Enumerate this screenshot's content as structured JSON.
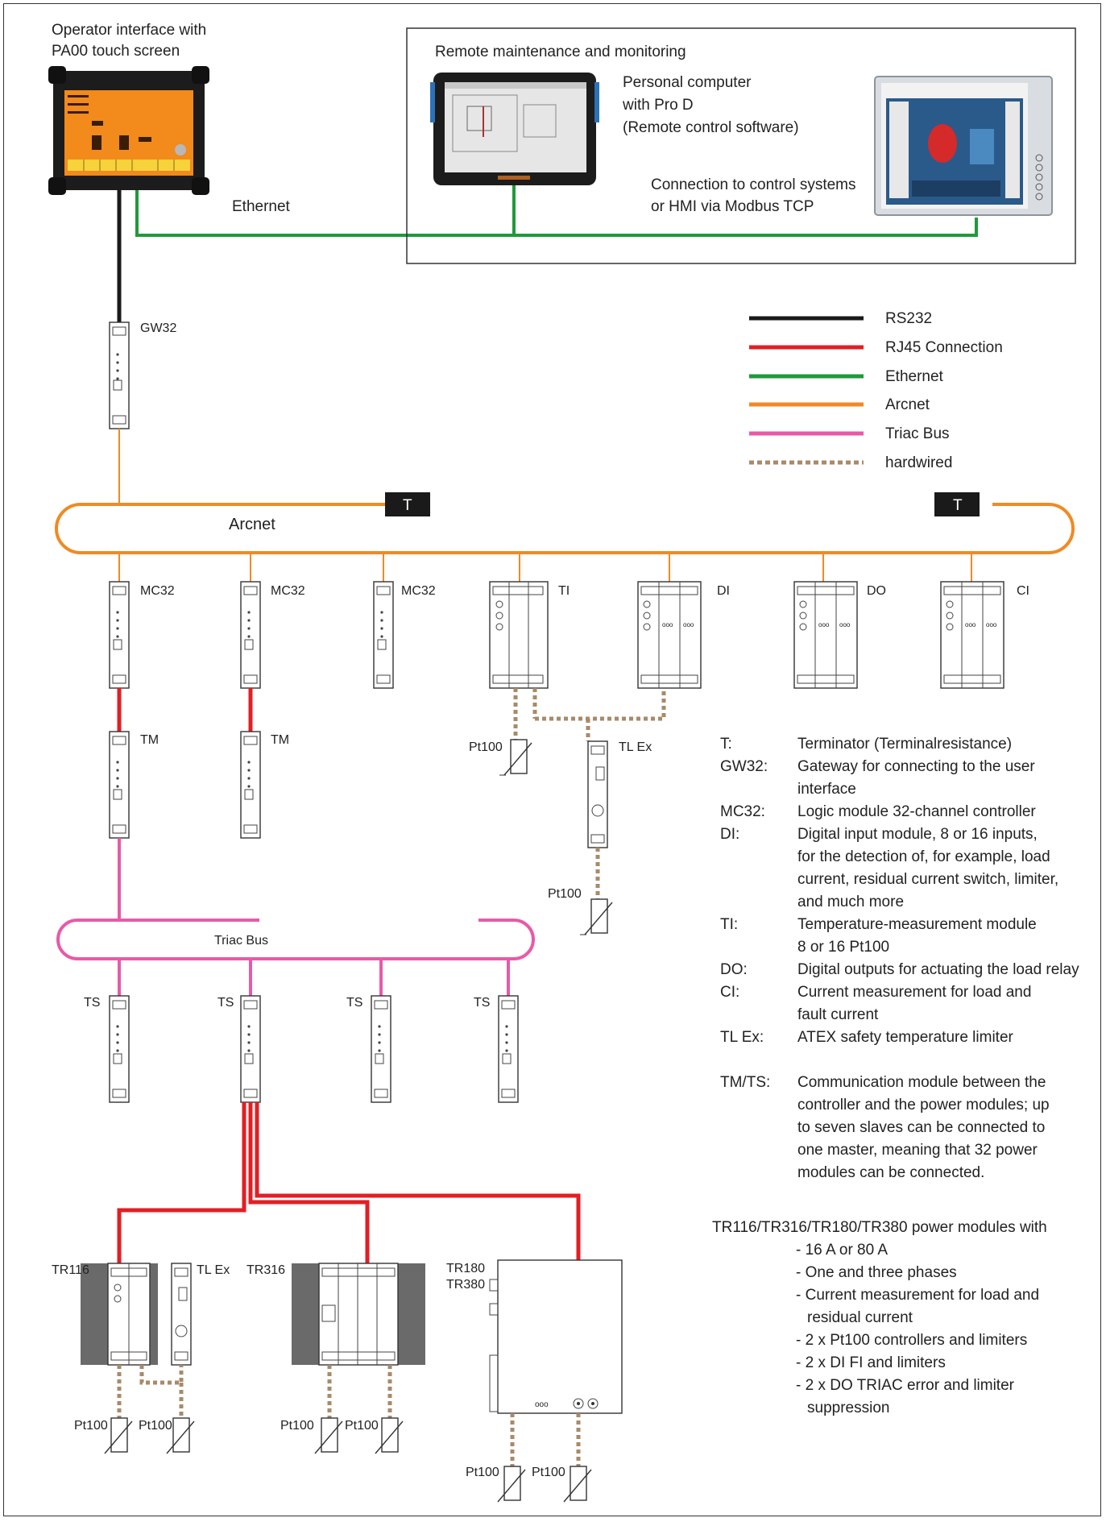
{
  "top": {
    "operator_interface": [
      "Operator interface with",
      "PA00 touch screen"
    ],
    "ethernet_label": "Ethernet",
    "remote_title": "Remote maintenance and monitoring",
    "pc_text": [
      "Personal computer",
      "with Pro D",
      "(Remote control software)"
    ],
    "connection_text": [
      "Connection to control systems",
      "or HMI via Modbus TCP"
    ]
  },
  "legend": {
    "items": [
      {
        "label": "RS232",
        "color": "#1a1a1a"
      },
      {
        "label": "RJ45 Connection",
        "color": "#e31e24"
      },
      {
        "label": "Ethernet",
        "color": "#1f9a3a"
      },
      {
        "label": "Arcnet",
        "color": "#f08a24"
      },
      {
        "label": "Triac Bus",
        "color": "#e85aa8"
      },
      {
        "label": "hardwired",
        "color": "#a88a6a"
      }
    ]
  },
  "modules": {
    "gw32": "GW32",
    "arcnet": "Arcnet",
    "terminator": "T",
    "mc32": "MC32",
    "ti": "TI",
    "di": "DI",
    "do": "DO",
    "ci": "CI",
    "tm": "TM",
    "pt100": "Pt100",
    "tlex": "TL Ex",
    "triac_bus": "Triac Bus",
    "ts": "TS",
    "tr116": "TR116",
    "tr316": "TR316",
    "tr180": "TR180",
    "tr380": "TR380"
  },
  "definitions": [
    {
      "term": "T:",
      "lines": [
        "Terminator (Terminalresistance)"
      ]
    },
    {
      "term": "GW32:",
      "lines": [
        "Gateway for connecting to the user",
        "interface"
      ]
    },
    {
      "term": "MC32:",
      "lines": [
        "Logic module 32-channel controller"
      ]
    },
    {
      "term": "DI:",
      "lines": [
        "Digital input module, 8 or 16 inputs,",
        "for the detection of, for example, load",
        "current, residual current switch, limiter,",
        "and much more"
      ]
    },
    {
      "term": "TI:",
      "lines": [
        "Temperature-measurement module",
        "8 or 16 Pt100"
      ]
    },
    {
      "term": "DO:",
      "lines": [
        "Digital outputs for actuating the load relay"
      ]
    },
    {
      "term": "CI:",
      "lines": [
        "Current measurement for load and",
        "fault current"
      ]
    },
    {
      "term": "TL Ex:",
      "lines": [
        "ATEX safety temperature limiter"
      ]
    },
    {
      "term": "TM/TS:",
      "lines": [
        "Communication module between the",
        "controller and the power modules; up",
        "to seven slaves can be connected to",
        "one master, meaning that 32 power",
        "modules can be connected."
      ]
    }
  ],
  "power_modules": {
    "intro": "TR116/TR316/TR180/TR380 power modules with",
    "bullets": [
      "- 16 A or 80 A",
      "- One and three phases",
      "- Current measurement for load and",
      "residual current",
      "- 2 x Pt100 controllers and limiters",
      "- 2 x DI FI and limiters",
      "- 2 x DO TRIAC error and limiter",
      "suppression"
    ]
  },
  "colors": {
    "rs232": "#1a1a1a",
    "rj45": "#e31e24",
    "ethernet": "#1f9a3a",
    "arcnet": "#f08a24",
    "triac": "#e85aa8",
    "hardwired": "#a88a6a"
  }
}
